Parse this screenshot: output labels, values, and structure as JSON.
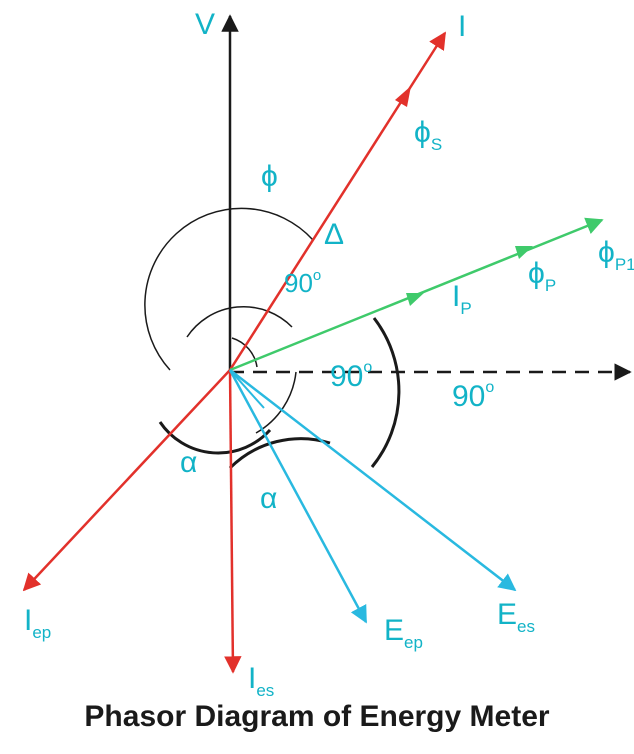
{
  "colors": {
    "black": "#1a1a1a",
    "red": "#e2312b",
    "green": "#3fca6b",
    "cyan": "#29b9e0",
    "text_teal": "#12b3c7"
  },
  "labels": {
    "V": "V",
    "I": "I",
    "phi_s_main": "ϕ",
    "phi_s_sub": "S",
    "phi": "ϕ",
    "delta": "Δ",
    "deg90_a": "90",
    "deg90_b": "90",
    "deg90_c": "90",
    "deg_sup": "o",
    "phi_p1_main": "ϕ",
    "phi_p1_sub": "P1",
    "phi_p_main": "ϕ",
    "phi_p_sub": "P",
    "I_p_main": "I",
    "I_p_sub": "P",
    "alpha_a": "α",
    "alpha_b": "α",
    "I_ep_main": "I",
    "I_ep_sub": "ep",
    "E_ep_main": "E",
    "E_ep_sub": "ep",
    "E_es_main": "E",
    "E_es_sub": "es",
    "I_es_main": "I",
    "I_es_sub": "es"
  },
  "caption": "Phasor Diagram of Energy Meter"
}
